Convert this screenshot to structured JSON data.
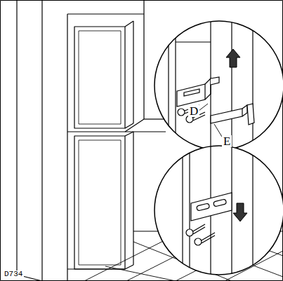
{
  "diagram": {
    "labels": [
      "D",
      "E",
      "D734"
    ]
  }
}
